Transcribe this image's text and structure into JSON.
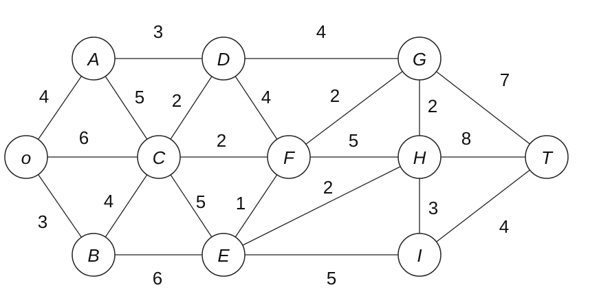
{
  "diagram": {
    "nodes": [
      {
        "id": "O",
        "label": "o"
      },
      {
        "id": "A",
        "label": "A"
      },
      {
        "id": "B",
        "label": "B"
      },
      {
        "id": "C",
        "label": "C"
      },
      {
        "id": "D",
        "label": "D"
      },
      {
        "id": "E",
        "label": "E"
      },
      {
        "id": "F",
        "label": "F"
      },
      {
        "id": "G",
        "label": "G"
      },
      {
        "id": "H",
        "label": "H"
      },
      {
        "id": "I",
        "label": "I"
      },
      {
        "id": "T",
        "label": "T"
      }
    ],
    "edges": [
      {
        "from": "O",
        "to": "A",
        "weight": "4"
      },
      {
        "from": "O",
        "to": "C",
        "weight": "6"
      },
      {
        "from": "O",
        "to": "B",
        "weight": "3"
      },
      {
        "from": "A",
        "to": "D",
        "weight": "3"
      },
      {
        "from": "A",
        "to": "C",
        "weight": "5"
      },
      {
        "from": "B",
        "to": "C",
        "weight": "4"
      },
      {
        "from": "B",
        "to": "E",
        "weight": "6"
      },
      {
        "from": "C",
        "to": "D",
        "weight": "2"
      },
      {
        "from": "C",
        "to": "F",
        "weight": "2"
      },
      {
        "from": "C",
        "to": "E",
        "weight": "5"
      },
      {
        "from": "D",
        "to": "G",
        "weight": "4"
      },
      {
        "from": "D",
        "to": "F",
        "weight": "4"
      },
      {
        "from": "E",
        "to": "F",
        "weight": "1"
      },
      {
        "from": "E",
        "to": "H",
        "weight": "2"
      },
      {
        "from": "E",
        "to": "I",
        "weight": "5"
      },
      {
        "from": "F",
        "to": "G",
        "weight": "2"
      },
      {
        "from": "F",
        "to": "H",
        "weight": "5"
      },
      {
        "from": "G",
        "to": "H",
        "weight": "2"
      },
      {
        "from": "G",
        "to": "T",
        "weight": "7"
      },
      {
        "from": "H",
        "to": "T",
        "weight": "8"
      },
      {
        "from": "H",
        "to": "I",
        "weight": "3"
      },
      {
        "from": "I",
        "to": "T",
        "weight": "4"
      }
    ]
  }
}
